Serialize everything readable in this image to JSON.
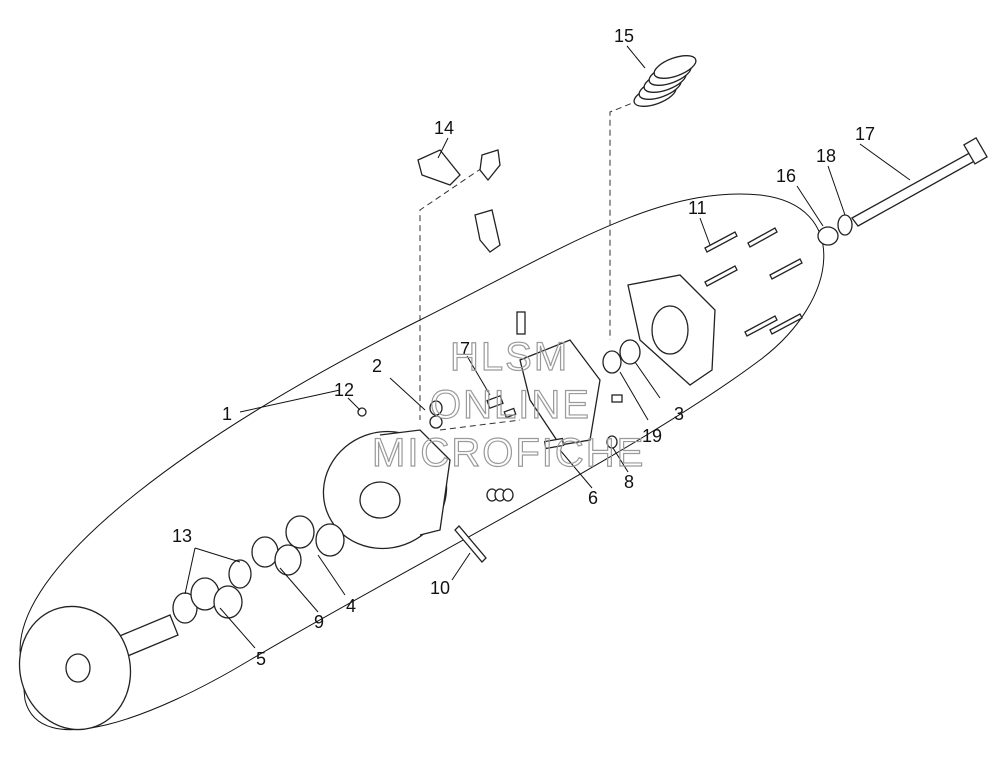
{
  "labels": {
    "l1": "1",
    "l2": "2",
    "l3": "3",
    "l4": "4",
    "l5": "5",
    "l6": "6",
    "l7": "7",
    "l8": "8",
    "l9": "9",
    "l10": "10",
    "l11": "11",
    "l12": "12",
    "l13": "13",
    "l14": "14",
    "l15": "15",
    "l16": "16",
    "l17": "17",
    "l18": "18",
    "l19": "19"
  },
  "watermark": {
    "line1": "HLSM",
    "line2": "ONLINE",
    "line3": "MICROFICHE"
  }
}
